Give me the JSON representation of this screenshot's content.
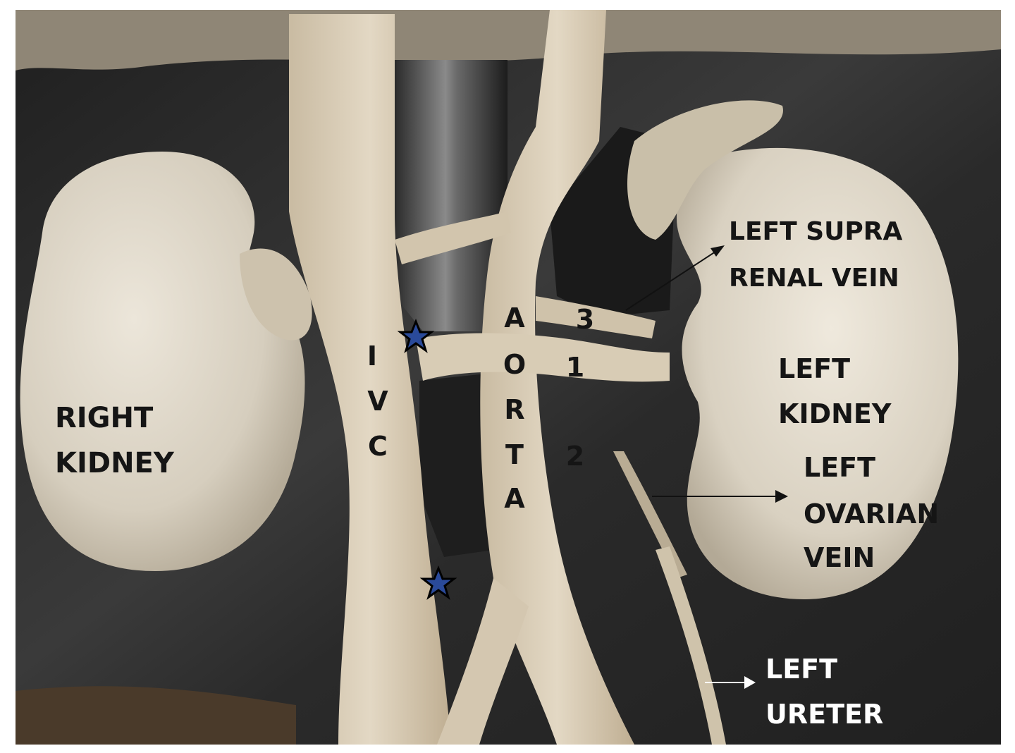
{
  "colors": {
    "background_tray": "#2a2a2a",
    "tissue": "#d9cdb8",
    "kidney": "#d8d1c2",
    "label_dark": "#151515",
    "label_light": "#ffffff",
    "star_fill": "#2a4a9a"
  },
  "labels": {
    "right_kidney": [
      "RIGHT",
      "KIDNEY"
    ],
    "left_supra_renal_vein": [
      "LEFT SUPRA",
      "RENAL VEIN"
    ],
    "left_kidney": [
      "LEFT",
      "KIDNEY"
    ],
    "left_ovarian_vein": [
      "LEFT",
      "OVARIAN",
      "VEIN"
    ],
    "left_ureter": [
      "LEFT",
      "URETER"
    ],
    "ivc": [
      "I",
      "V",
      "C"
    ],
    "aorta": [
      "A",
      "O",
      "R",
      "T",
      "A"
    ],
    "numbers": [
      "3",
      "1",
      "2"
    ]
  },
  "markers": {
    "star_icon": "star-icon",
    "count": 2
  }
}
